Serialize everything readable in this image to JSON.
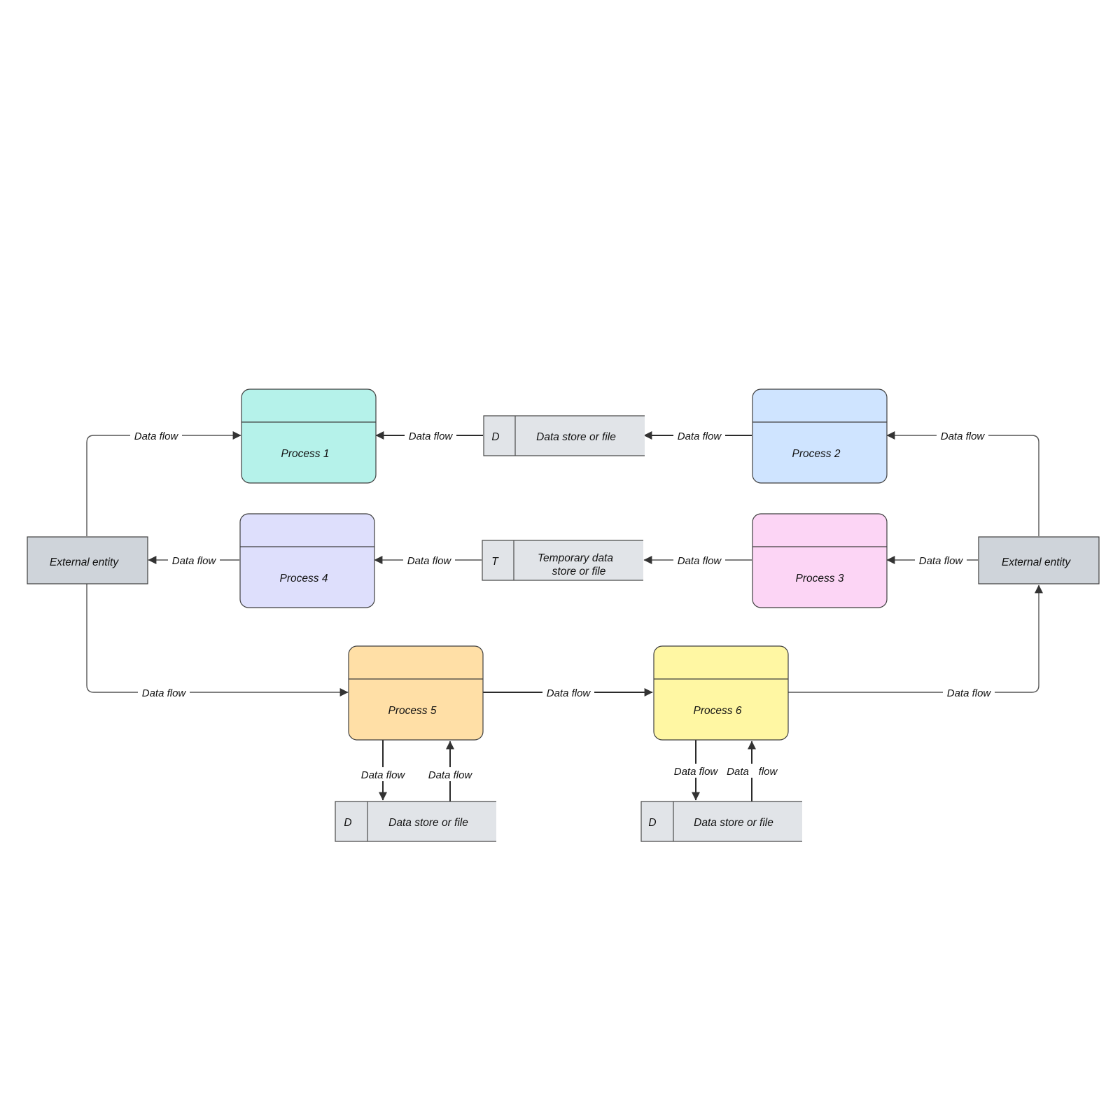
{
  "processes": {
    "p1": {
      "label": "Process 1",
      "color": "#b5f2ea"
    },
    "p2": {
      "label": "Process 2",
      "color": "#cfe4ff"
    },
    "p3": {
      "label": "Process 3",
      "color": "#fcd5f5"
    },
    "p4": {
      "label": "Process 4",
      "color": "#dedffc"
    },
    "p5": {
      "label": "Process 5",
      "color": "#ffdfa6"
    },
    "p6": {
      "label": "Process 6",
      "color": "#fff7a3"
    }
  },
  "entities": {
    "left": {
      "label": "External entity"
    },
    "right": {
      "label": "External entity"
    }
  },
  "stores": {
    "top": {
      "tag": "D",
      "label": "Data store or file"
    },
    "middle": {
      "tag": "T",
      "label_line1": "Temporary data",
      "label_line2": "store or file"
    },
    "p5": {
      "tag": "D",
      "label": "Data store or file"
    },
    "p6": {
      "tag": "D",
      "label": "Data store or file"
    }
  },
  "flows": {
    "entity_left_to_p1": "Data flow",
    "store_top_to_p1": "Data flow",
    "p2_to_store_top": "Data flow",
    "entity_right_to_p2": "Data flow",
    "p4_to_entity_left": "Data flow",
    "store_mid_to_p4": "Data flow",
    "p3_to_store_mid": "Data flow",
    "entity_right_to_p3": "Data flow",
    "entity_left_to_p5": "Data flow",
    "p5_to_p6": "Data flow",
    "p6_to_entity_right": "Data flow",
    "p5_to_store": "Data flow",
    "store_to_p5": "Data flow",
    "p6_to_store": "Data flow",
    "store_to_p6_a": "Data",
    "store_to_p6_b": "flow"
  },
  "colors": {
    "entity_fill": "#cfd4da",
    "store_fill": "#e1e4e8",
    "edge": "#555555"
  }
}
